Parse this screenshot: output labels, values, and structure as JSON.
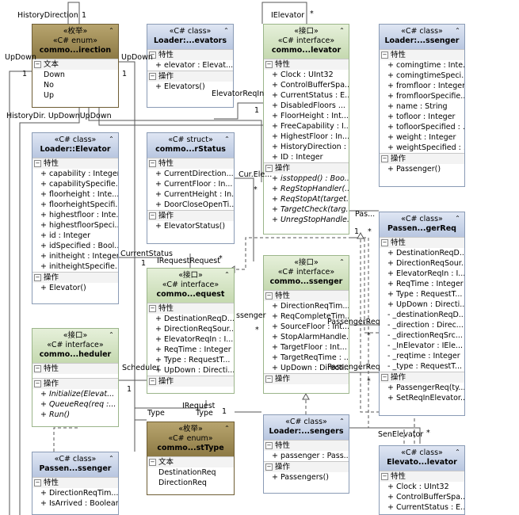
{
  "enum_direction": {
    "stereotype": "«枚举»",
    "kind": "«C# enum»",
    "name": "commo...irection",
    "sec_literals": "文本",
    "literals": [
      "Down",
      "No",
      "Up"
    ]
  },
  "loader_elevators": {
    "kind": "«C# class»",
    "name": "Loader:...evators",
    "sec_props": "特性",
    "props": [
      "+ elevator : Elevat..."
    ],
    "sec_ops": "操作",
    "ops": [
      "+ Elevators()"
    ]
  },
  "i_elevator": {
    "stereotype": "«接口»",
    "kind": "«C# interface»",
    "name": "commo...levator",
    "sec_props": "特性",
    "props": [
      "+ Clock : UInt32",
      "+ ControlBufferSpa...",
      "+ CurrentStatus : E...",
      "+ DisabledFloors ...",
      "+ FloorHeight : Int...",
      "+ FreeCapability : I...",
      "+ HighestFloor : In...",
      "+ HistoryDirection : ...",
      "+ ID : Integer"
    ],
    "sec_ops": "操作",
    "ops": [
      "+ isstopped() : Boo...",
      "+ RegStopHandler(...",
      "+ ReqStopAt(target...",
      "+ TargetCheck(targ...",
      "+ UnregStopHandle..."
    ]
  },
  "loader_passenger": {
    "kind": "«C# class»",
    "name": "Loader:...ssenger",
    "sec_props": "特性",
    "props": [
      "+ comingtime : Inte...",
      "+ comingtimeSpeci...",
      "+ fromfloor : Integer",
      "+ fromfloorSpecifie...",
      "+ name : String",
      "+ tofloor : Integer",
      "+ tofloorSpecified : ...",
      "+ weight : Integer",
      "+ weightSpecified : ..."
    ],
    "sec_ops": "操作",
    "ops": [
      "+ Passenger()"
    ]
  },
  "loader_elevator": {
    "kind": "«C# class»",
    "name": "Loader::Elevator",
    "sec_props": "特性",
    "props": [
      "+ capability : Integer",
      "+ capabilitySpecifie...",
      "+ floorheight : Inte...",
      "+ floorheightSpecifi...",
      "+ highestfloor : Inte...",
      "+ highestfloorSpeci...",
      "+ id : Integer",
      "+ idSpecified : Bool...",
      "+ initheight : Integer",
      "+ initheightSpecifie..."
    ],
    "sec_ops": "操作",
    "ops": [
      "+ Elevator()"
    ]
  },
  "struct_status": {
    "kind": "«C# struct»",
    "name": "commo...rStatus",
    "sec_props": "特性",
    "props": [
      "+ CurrentDirection...",
      "+ CurrentFloor : In...",
      "+ CurrentHeight : In...",
      "+ DoorCloseOpenTi..."
    ],
    "sec_ops": "操作",
    "ops": [
      "+ ElevatorStatus()"
    ]
  },
  "passenger_req": {
    "kind": "«C# class»",
    "name": "Passen...gerReq",
    "sec_props": "特性",
    "props": [
      "+ DestinationReqD...",
      "+ DirectionReqSour...",
      "+ ElevatorReqIn : I...",
      "+ ReqTime : Integer",
      "+ Type : RequestT...",
      "+ UpDown : Directi...",
      "- _destinationReqD...",
      "- _direction : Direc...",
      "- _directionReqSrc...",
      "- _InElevator : IEle...",
      "- _reqtime : Integer",
      "- _type : RequestT..."
    ],
    "sec_ops": "操作",
    "ops": [
      "+ PassengerReq(ty...",
      "+ SetReqInElevator..."
    ]
  },
  "i_request": {
    "stereotype": "«接口»",
    "kind": "«C# interface»",
    "name": "commo...equest",
    "sec_props": "特性",
    "props": [
      "+ DestinationReqD...",
      "+ DirectionReqSour...",
      "+ ElevatorReqIn : I...",
      "+ ReqTime : Integer",
      "+ Type : RequestT...",
      "+ UpDown : Directi..."
    ],
    "sec_ops": "操作",
    "ops": []
  },
  "i_passenger": {
    "stereotype": "«接口»",
    "kind": "«C# interface»",
    "name": "commo...ssenger",
    "sec_props": "特性",
    "props": [
      "+ DirectionReqTim...",
      "+ ReqCompleteTim...",
      "+ SourceFloor : Int...",
      "+ StopAlarmHandle...",
      "+ TargetFloor : Int...",
      "+ TargetReqTime : ...",
      "+ UpDown : Directi..."
    ],
    "sec_ops": "操作",
    "ops": []
  },
  "i_scheduler": {
    "stereotype": "«接口»",
    "kind": "«C# interface»",
    "name": "commo...heduler",
    "sec_props": "特性",
    "props": [],
    "sec_ops": "操作",
    "ops": [
      "+ Initialize(Elevat...",
      "+ QueueReq(req :...",
      "+ Run()"
    ]
  },
  "enum_reqtype": {
    "stereotype": "«枚举»",
    "kind": "«C# enum»",
    "name": "commo...stType",
    "sec_literals": "文本",
    "literals": [
      "DestinationReq",
      "DirectionReq"
    ]
  },
  "loader_passengers": {
    "kind": "«C# class»",
    "name": "Loader:...sengers",
    "sec_props": "特性",
    "props": [
      "+ passenger : Pass..."
    ],
    "sec_ops": "操作",
    "ops": [
      "+ Passengers()"
    ]
  },
  "passen_ssenger": {
    "kind": "«C# class»",
    "name": "Passen...ssenger",
    "sec_props": "特性",
    "props": [
      "+ DirectionReqTim...",
      "+ IsArrived : Boolean"
    ]
  },
  "elevato_levator": {
    "kind": "«C# class»",
    "name": "Elevato...levator",
    "sec_props": "特性",
    "props": [
      "+ Clock : UInt32",
      "+ ControlBufferSpa...",
      "+ CurrentStatus : E..."
    ]
  },
  "labels": {
    "history_direction": "HistoryDirection",
    "history_mult": "1",
    "ielevator": "IElevator",
    "ielevator_mult": "*",
    "updown_left": "UpDown",
    "updown_left_mult": "1",
    "updown_right": "UpDown",
    "updown_right_mult": "1",
    "history_dir_bottom": "HistoryDir. UpDownUpDown",
    "elevator_req_in": "ElevatorReqIn",
    "elevator_req_in_mult": "1",
    "current_status": "CurrentStatus",
    "current_status_mult": "1",
    "ireq_request": "IRequestRequest",
    "cur_ele": "Cur.Ele...",
    "cur_ele_mult": "*",
    "pas_small": "Pas...",
    "pas_small_mult": "1",
    "passenger_req_1": "PassengerReq",
    "passenger_req_2": "PassengerReq",
    "ssenger": "ssenger",
    "scheduler": "Scheduler",
    "type_1": "Type",
    "type_2": "Type",
    "irequest_bottom": "IRequest",
    "sen_elevator": "SenElevator",
    "mult_star": "*",
    "mult_one": "1"
  }
}
